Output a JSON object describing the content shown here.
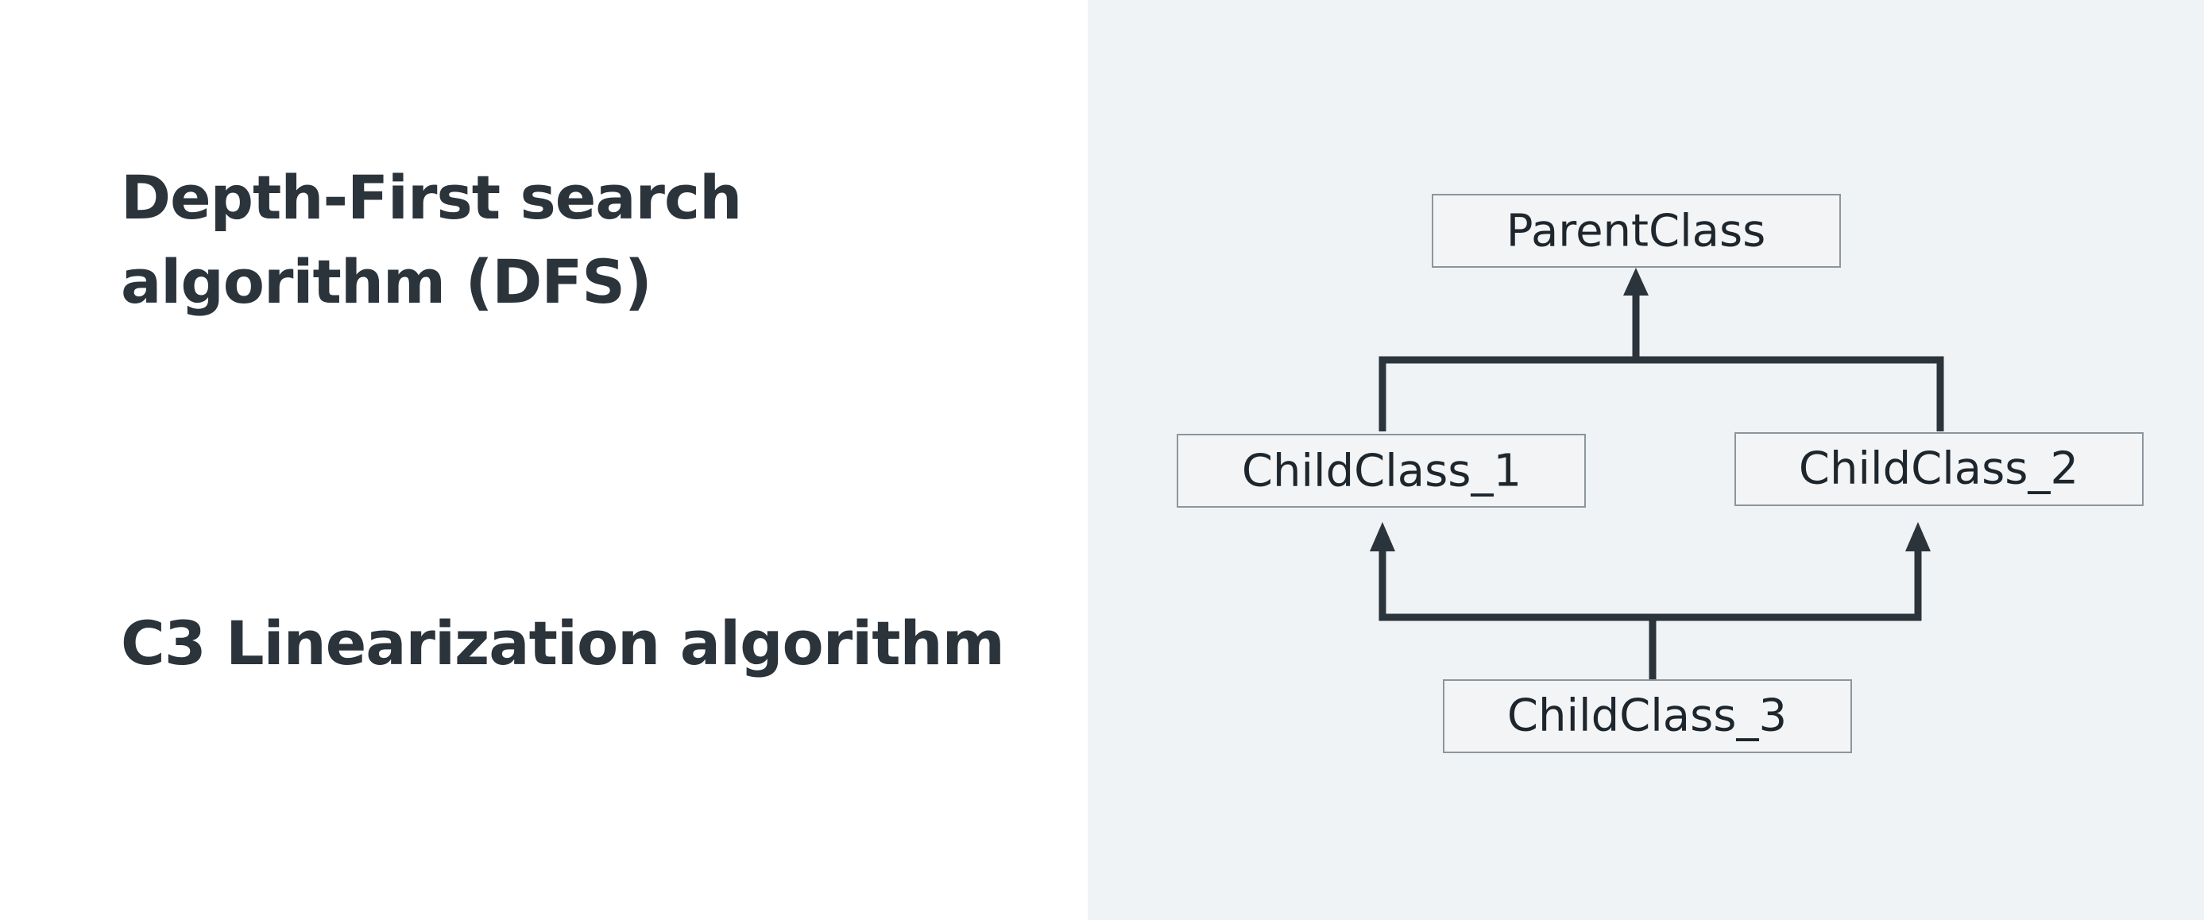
{
  "headings": {
    "dfs": {
      "line1": "Depth-First search",
      "line2": "algorithm (DFS)"
    },
    "c3": "C3 Linearization algorithm"
  },
  "diagram": {
    "nodes": {
      "parent": "ParentClass",
      "child1": "ChildClass_1",
      "child2": "ChildClass_2",
      "child3": "ChildClass_3"
    },
    "edges": [
      {
        "from": "child1",
        "to": "parent"
      },
      {
        "from": "child2",
        "to": "parent"
      },
      {
        "from": "child3",
        "to": "child1"
      },
      {
        "from": "child3",
        "to": "child2"
      }
    ]
  },
  "colors": {
    "left_background": "#ffffff",
    "right_background": "#f0f3f6",
    "text": "#2b333b",
    "box_border": "#8d959c"
  }
}
